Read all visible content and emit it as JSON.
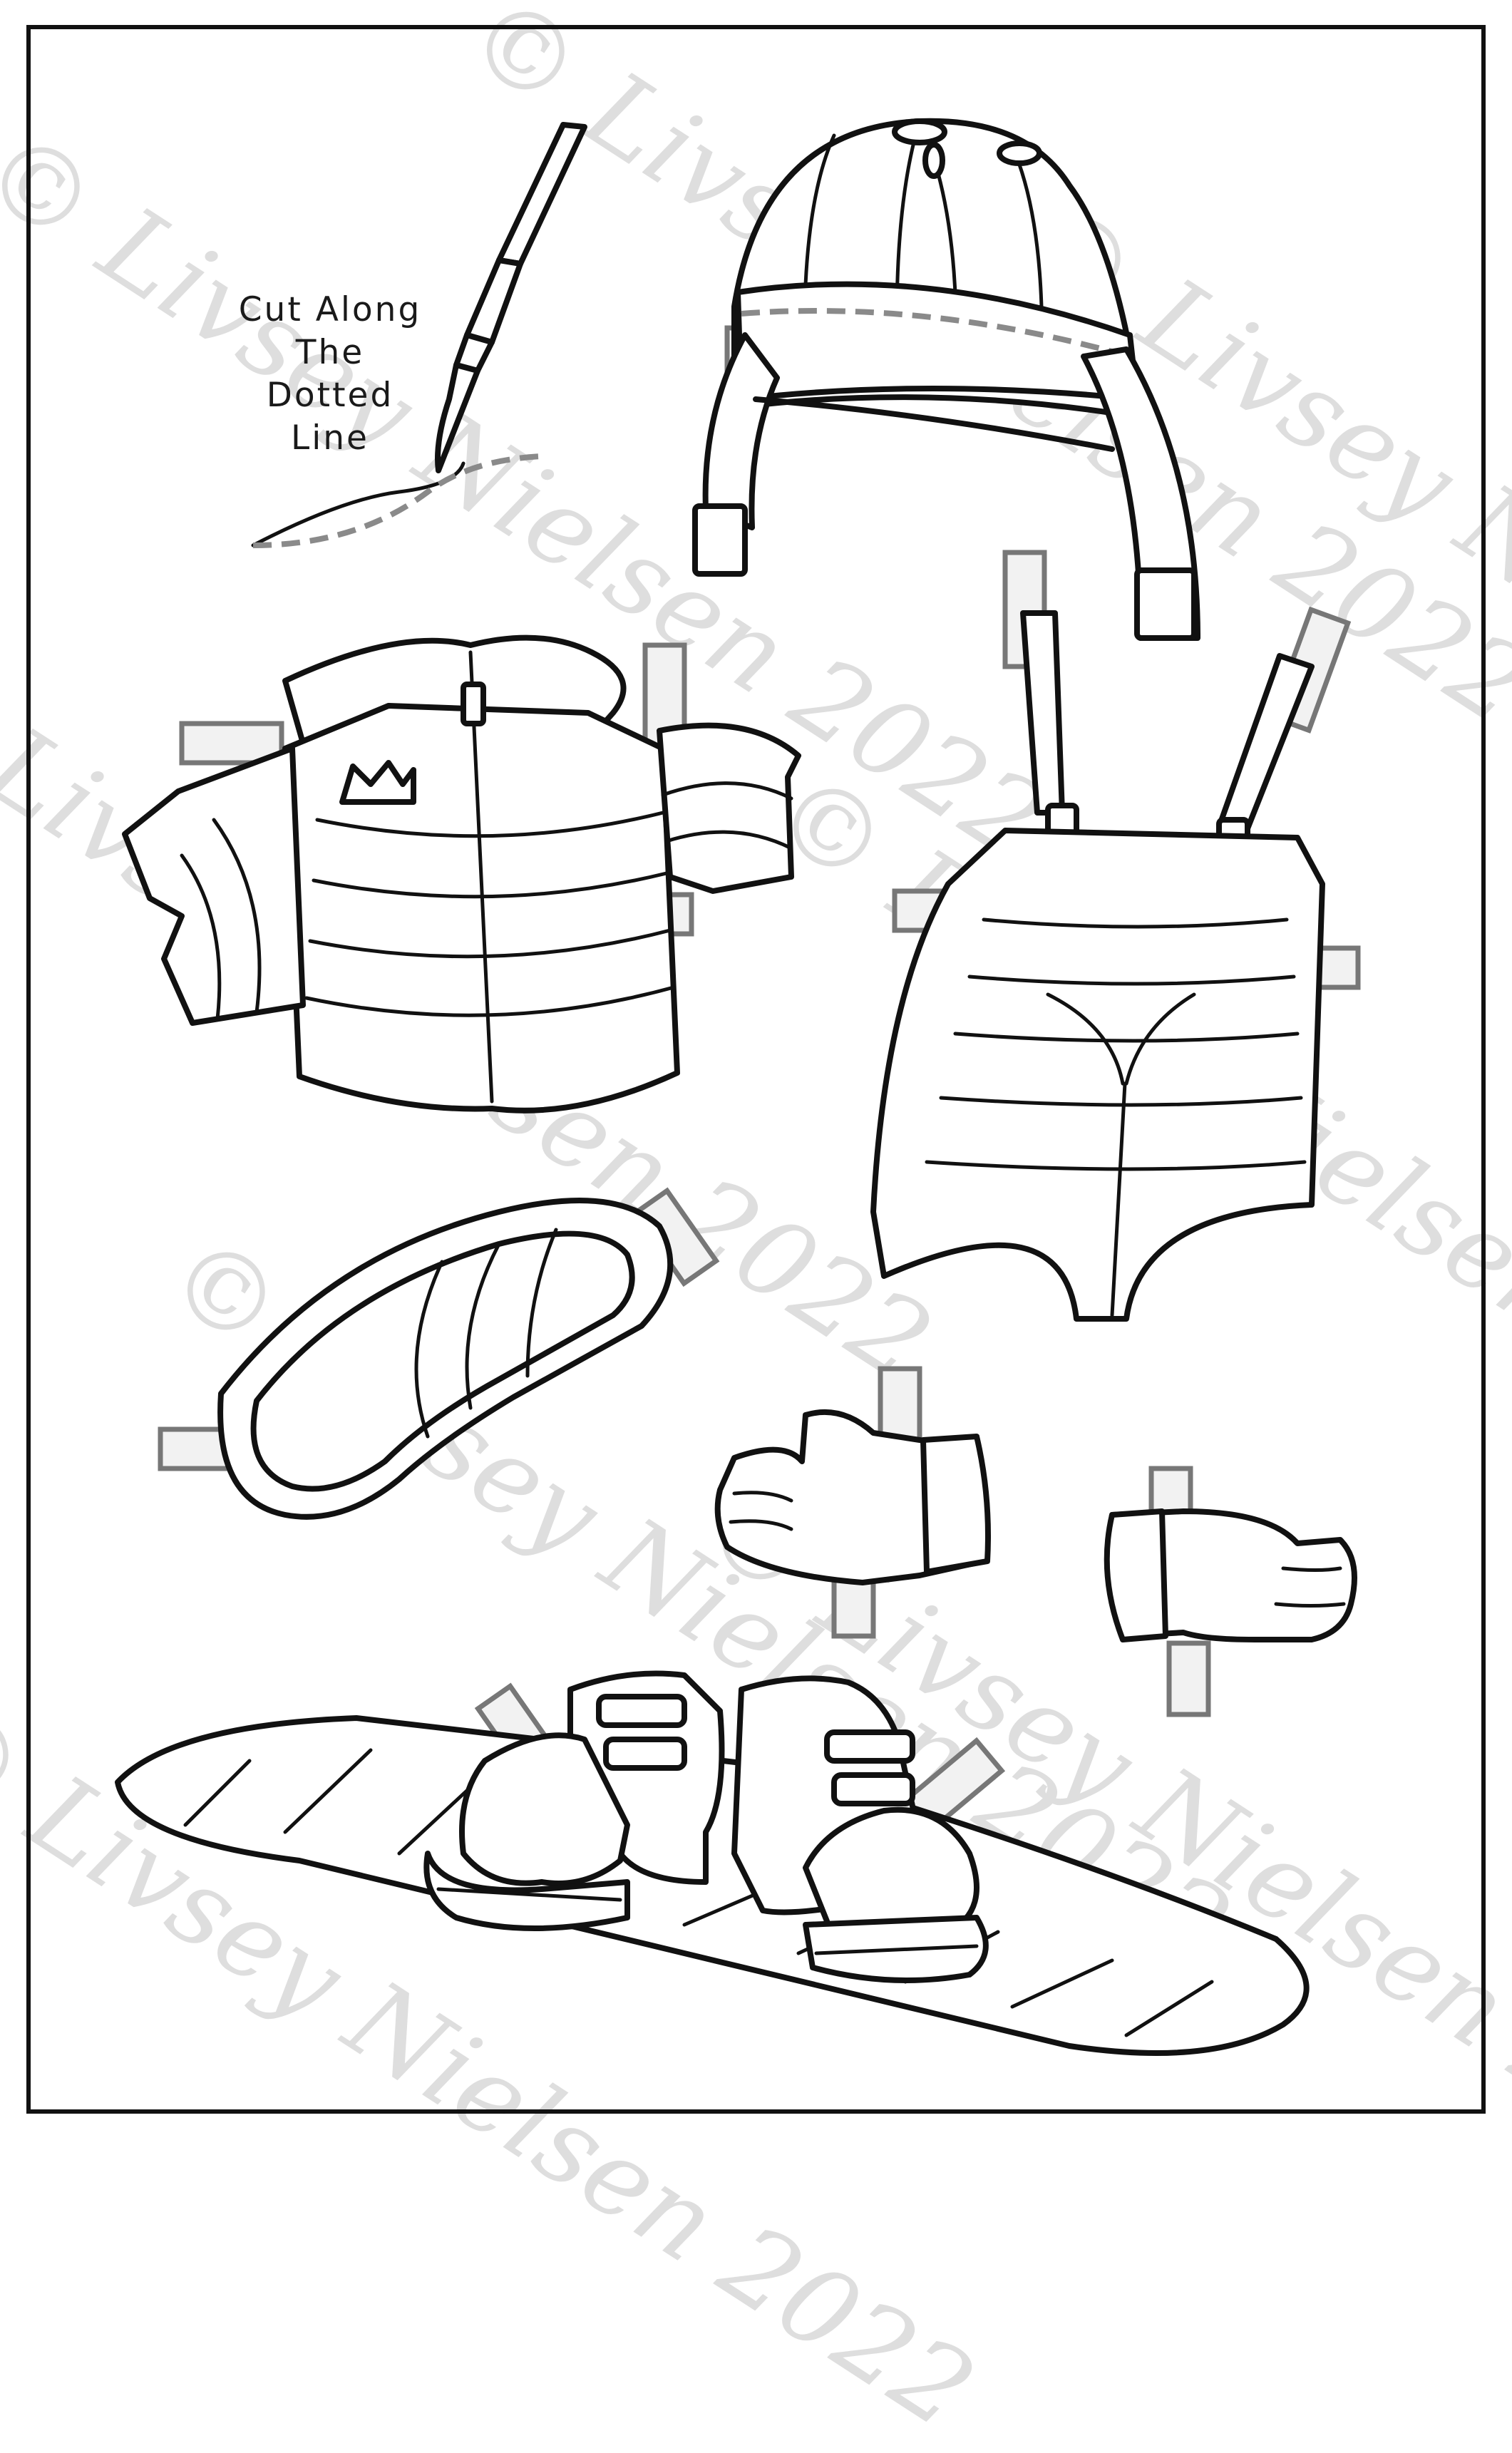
{
  "instructions": {
    "line1": "Cut Along",
    "line2": "The",
    "line3": "Dotted",
    "line4": "Line"
  },
  "watermark": {
    "text": "© Livsey Nielsen 2022",
    "color": "#dedede"
  },
  "colors": {
    "ink": "#111111",
    "tab_fill": "#f2f2f2",
    "tab_stroke": "#777777",
    "dotted_line": "#8a8a8a"
  },
  "items": [
    {
      "icon": "craft-knife-icon"
    },
    {
      "icon": "helmet-icon"
    },
    {
      "icon": "ski-jacket-icon"
    },
    {
      "icon": "ski-bib-pants-icon"
    },
    {
      "icon": "ski-goggles-icon"
    },
    {
      "icon": "left-glove-icon"
    },
    {
      "icon": "right-glove-icon"
    },
    {
      "icon": "snowboard-with-boots-icon"
    }
  ]
}
